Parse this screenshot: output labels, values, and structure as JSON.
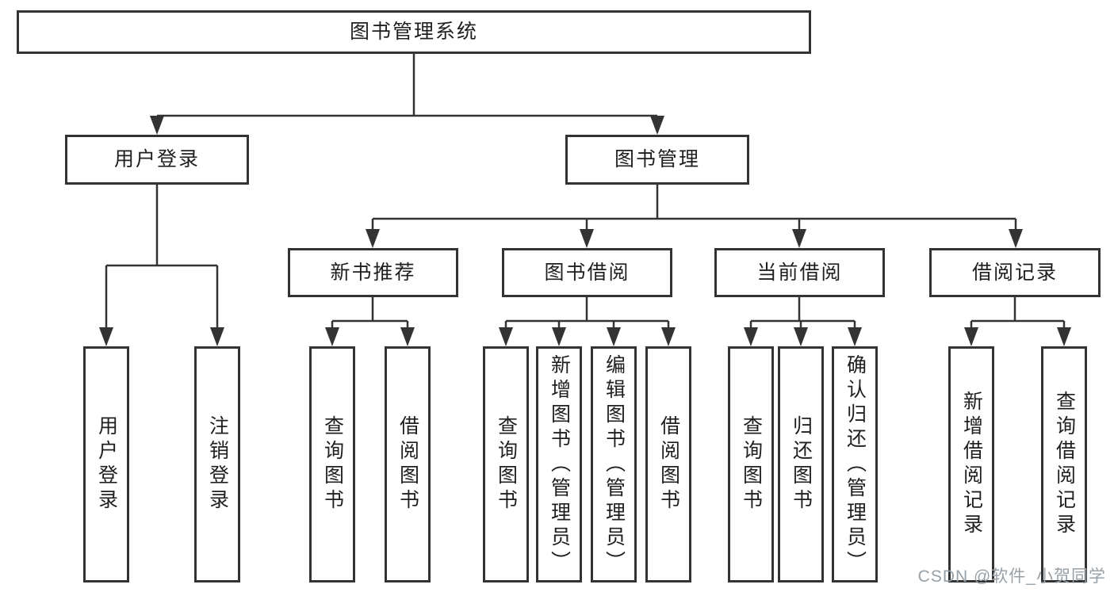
{
  "diagram": {
    "title": "图书管理系统",
    "tree": {
      "root": "图书管理系统",
      "level2": [
        "用户登录",
        "图书管理"
      ],
      "level3": [
        "新书推荐",
        "图书借阅",
        "当前借阅",
        "借阅记录"
      ],
      "leaves_login": [
        "用户登录",
        "注销登录"
      ],
      "leaves_recommend": [
        "查询图书",
        "借阅图书"
      ],
      "leaves_borrow": [
        "查询图书",
        "新增图书（管理员）",
        "编辑图书（管理员）",
        "借阅图书"
      ],
      "leaves_current": [
        "查询图书",
        "归还图书",
        "确认归还（管理员）"
      ],
      "leaves_records": [
        "新增借阅记录",
        "查询借阅记录"
      ]
    },
    "colors": {
      "line": "#333333",
      "node_border": "#333333",
      "node_fill": "#ffffff",
      "text": "#1f1f1f",
      "watermark": "#98a0a7",
      "background": "#ffffff"
    }
  },
  "watermark": "CSDN @软件_小贺同学"
}
